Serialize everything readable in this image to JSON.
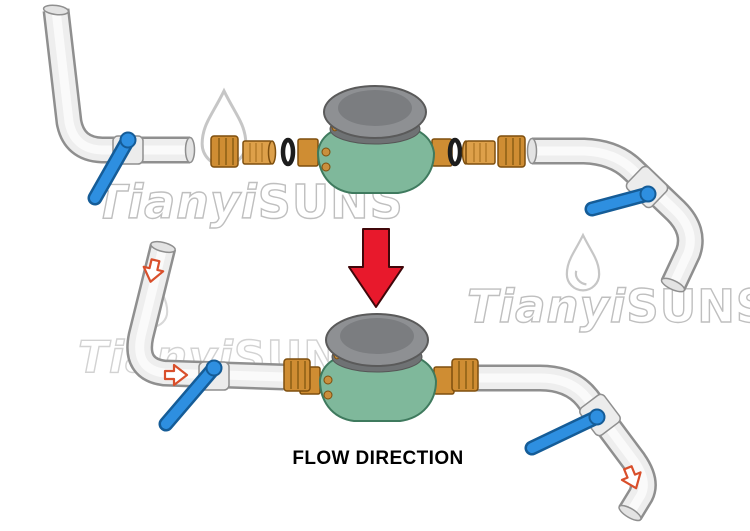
{
  "labels": {
    "flow_direction": "FLOW DIRECTION"
  },
  "watermark": {
    "brand_script": "Tianyi",
    "brand_bold": "SUNS"
  },
  "colors": {
    "meter_body": "#7fb89b",
    "meter_cap": "#8e9093",
    "meter_cap_inner": "#7b7d80",
    "brass": "#cf8d33",
    "valve_blue": "#2e8fe0",
    "valve_blue_dark": "#155c97",
    "transition_arrow_red": "#e8192c",
    "flow_arrow_orange": "#d94f2b",
    "pipe_fill": "#eeeeee",
    "pipe_outline": "#8f8f8f",
    "watermark_gray": "#bfbfbf"
  }
}
